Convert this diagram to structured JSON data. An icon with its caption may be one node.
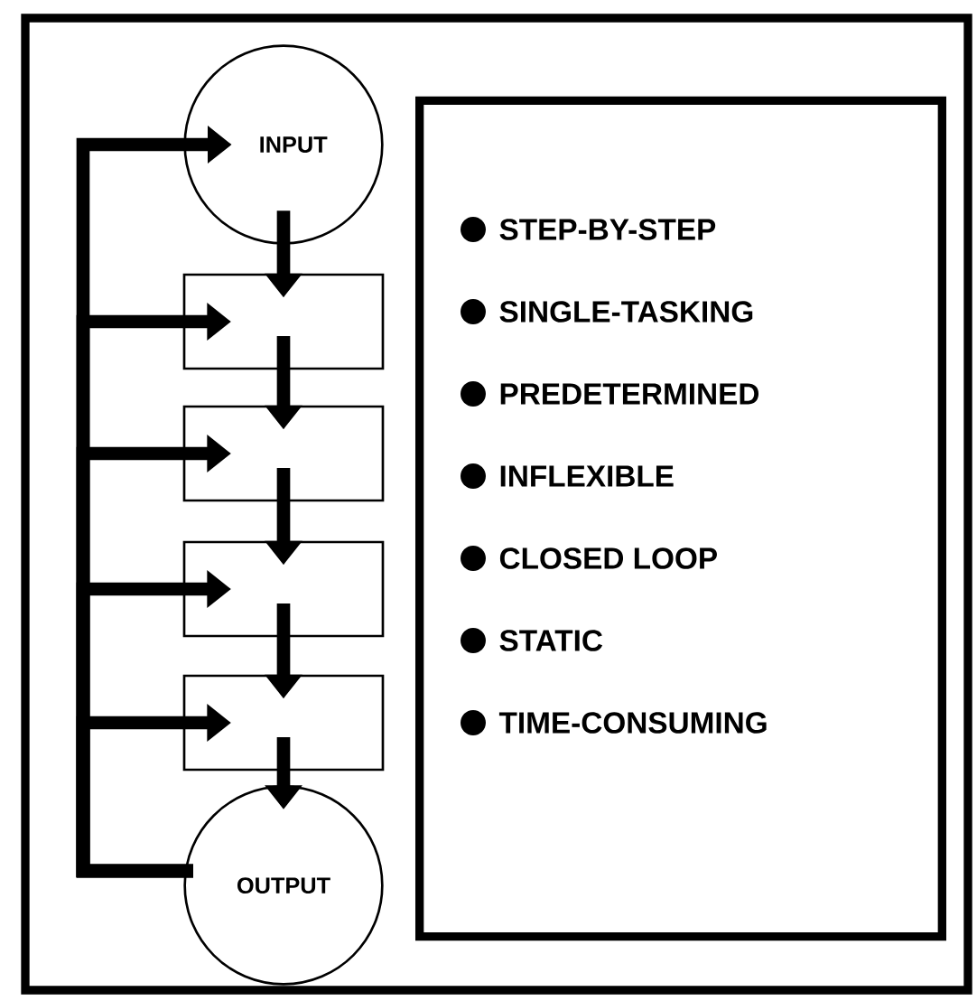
{
  "diagram": {
    "nodes": [
      {
        "text": [
          "INPUT"
        ]
      },
      {
        "text": [],
        "shape": "box"
      },
      {
        "text": [],
        "shape": "box"
      },
      {
        "text": [],
        "shape": "box"
      },
      {
        "text": [],
        "shape": "box"
      },
      {
        "text": [
          "OUTPUT"
        ]
      },
      {
        "text": [
          "STEP-BY-STEP",
          "SINGLE-TASKING",
          "PREDETERMINED",
          "INFLEXIBLE",
          "CLOSED LOOP",
          "STATIC",
          "TIME-CONSUMING"
        ]
      }
    ],
    "edges": [
      {
        "from": 0,
        "to": 1,
        "arrow": "to"
      },
      {
        "from": 1,
        "to": 2,
        "arrow": "to"
      },
      {
        "from": 2,
        "to": 3,
        "arrow": "to"
      },
      {
        "from": 3,
        "to": 4,
        "arrow": "to"
      },
      {
        "from": 4,
        "to": 5,
        "arrow": "to"
      },
      {
        "from": 5,
        "to": 0,
        "arrow": "to"
      },
      {
        "from": 5,
        "to": 1,
        "arrow": "to"
      },
      {
        "from": 5,
        "to": 2,
        "arrow": "to"
      },
      {
        "from": 5,
        "to": 3,
        "arrow": "to"
      },
      {
        "from": 5,
        "to": 4,
        "arrow": "to"
      }
    ]
  }
}
